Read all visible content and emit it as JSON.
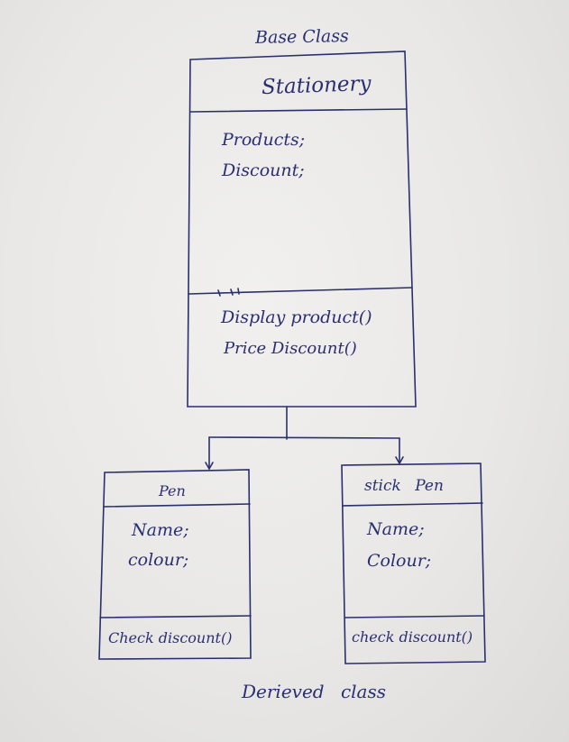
{
  "base_label": "Base Class",
  "base_class": {
    "name": "Stationery",
    "attributes": [
      "Products;",
      "Discount;"
    ],
    "methods": [
      "Display product()",
      "Price Discount()"
    ]
  },
  "derived_classes": [
    {
      "name": "Pen",
      "attributes": [
        "Name;",
        "colour;"
      ],
      "methods": [
        "Check discount()"
      ]
    },
    {
      "name": "stick Pen",
      "attributes": [
        "Name;",
        "Colour;"
      ],
      "methods": [
        "check discount()"
      ]
    }
  ],
  "derived_label": "Derieved class",
  "colors": {
    "ink": "#2b2f72",
    "paper": "#eceae8"
  }
}
